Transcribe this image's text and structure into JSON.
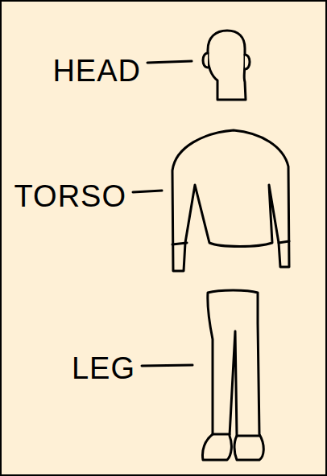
{
  "diagram": {
    "labels": [
      "HEAD",
      "TORSO",
      "LEG"
    ]
  }
}
